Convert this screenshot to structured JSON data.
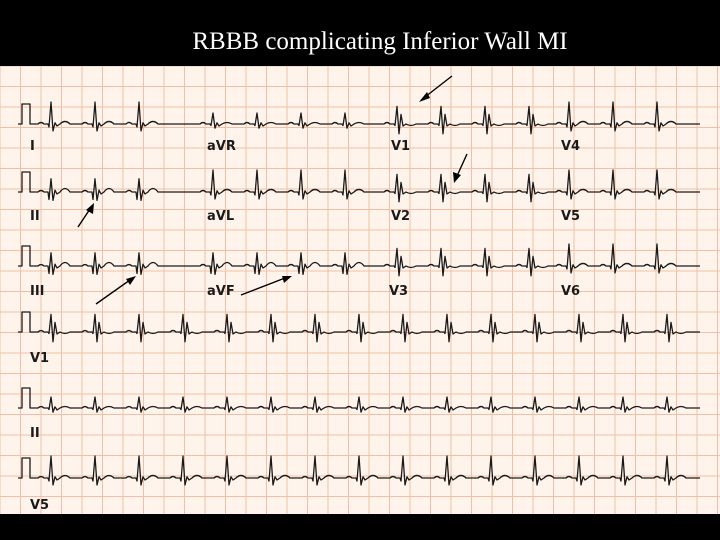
{
  "slide": {
    "title": "RBBB complicating Inferior Wall MI"
  },
  "ecg": {
    "colors": {
      "paper": "#fff4ec",
      "grid": "#f2bfa6",
      "trace": "#1a1a1a"
    },
    "leads": [
      {
        "id": "I",
        "label": "I"
      },
      {
        "id": "aVR",
        "label": "aVR"
      },
      {
        "id": "V1",
        "label": "V1"
      },
      {
        "id": "V4",
        "label": "V4"
      },
      {
        "id": "II",
        "label": "II"
      },
      {
        "id": "aVL",
        "label": "aVL"
      },
      {
        "id": "V2",
        "label": "V2"
      },
      {
        "id": "V5",
        "label": "V5"
      },
      {
        "id": "III",
        "label": "III"
      },
      {
        "id": "aVF",
        "label": "aVF"
      },
      {
        "id": "V3",
        "label": "V3"
      },
      {
        "id": "V6",
        "label": "V6"
      },
      {
        "id": "R1",
        "label": "V1"
      },
      {
        "id": "R2",
        "label": "II"
      },
      {
        "id": "R3",
        "label": "V5"
      }
    ]
  }
}
